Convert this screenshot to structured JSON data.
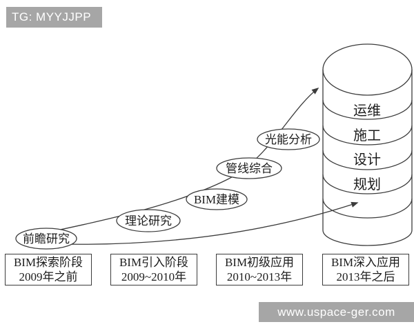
{
  "badge": {
    "text": "TG: MYYJJPP"
  },
  "milestones": [
    {
      "label": "前瞻研究"
    },
    {
      "label": "理论研究"
    },
    {
      "label": "BIM建模"
    },
    {
      "label": "管线综合"
    },
    {
      "label": "光能分析"
    }
  ],
  "cylinder": {
    "layers": [
      "运维",
      "施工",
      "设计",
      "规划"
    ]
  },
  "stages": [
    {
      "title": "BIM探索阶段",
      "period": "2009年之前"
    },
    {
      "title": "BIM引入阶段",
      "period": "2009~2010年"
    },
    {
      "title": "BIM初级应用",
      "period": "2010~2013年"
    },
    {
      "title": "BIM深入应用",
      "period": "2013年之后"
    }
  ],
  "watermark": {
    "text": "www.uspace-ger.com"
  },
  "colors": {
    "badge_bg": "#a6a6a6",
    "line": "#3b3b3b",
    "text": "#1c1c1c",
    "background": "#ffffff"
  }
}
